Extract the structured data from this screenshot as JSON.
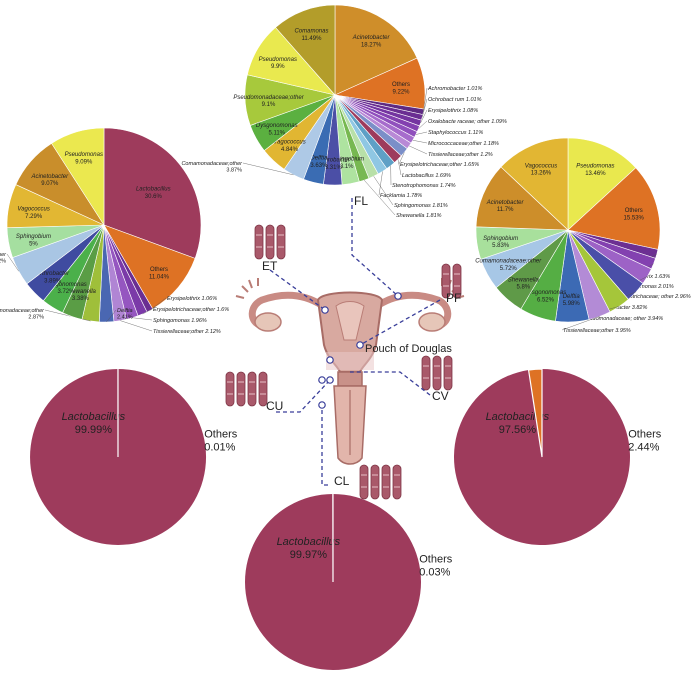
{
  "colors": {
    "lactobacillus": "#9e3b5c",
    "others_orange": "#d9711e",
    "pointer_line": "#3a3f9a",
    "tissue": "#d8a9a0",
    "tissue_dark": "#b97d76",
    "sample_tube": "#a9596a"
  },
  "sites": {
    "ET": "ET",
    "FL": "FL",
    "PF": "PF",
    "CU": "CU",
    "CV": "CV",
    "CL": "CL",
    "pouch_label": "Pouch of Douglas"
  },
  "chart_data": [
    {
      "type": "pie",
      "site": "FL",
      "slices": [
        {
          "label": "Acinetobacter",
          "value_text": "18.27%",
          "value": 18.27,
          "color": "#cf8e2a",
          "italic": true,
          "pos": "inside"
        },
        {
          "label": "Others",
          "value_text": "9.22%",
          "value": 9.22,
          "color": "#de7224",
          "italic": false,
          "pos": "inside"
        },
        {
          "label": "Achromobacter 1.01%",
          "value": 1.01,
          "color": "#5e2a82",
          "italic": true,
          "pos": "outside"
        },
        {
          "label": "Ochrobact rum 1.01%",
          "value": 1.01,
          "color": "#6a2e92",
          "italic": true,
          "pos": "outside"
        },
        {
          "label": "Erysipelothrix 1.08%",
          "value": 1.08,
          "color": "#7434a0",
          "italic": true,
          "pos": "outside"
        },
        {
          "label": "Oxalobacte raceae; other 1.09%",
          "value": 1.09,
          "color": "#8340b0",
          "italic": true,
          "pos": "outside"
        },
        {
          "label": "Staphylococcus 1.11%",
          "value": 1.11,
          "color": "#9050bd",
          "italic": true,
          "pos": "outside"
        },
        {
          "label": "Micrococcaceae;other 1.18%",
          "value": 1.18,
          "color": "#a66ccc",
          "italic": true,
          "pos": "outside"
        },
        {
          "label": "Tissierellaceae;other 1.2%",
          "value": 1.2,
          "color": "#b889d6",
          "italic": true,
          "pos": "outside"
        },
        {
          "label": "Erysipelotrichaceae;other 1.65%",
          "value": 1.65,
          "color": "#7b8fc8",
          "italic": true,
          "pos": "outside"
        },
        {
          "label": "Lactobacillus 1.69%",
          "value": 1.69,
          "color": "#9e3b5c",
          "italic": true,
          "pos": "outside"
        },
        {
          "label": "Stenotrophomonas 1.74%",
          "value": 1.74,
          "color": "#5ea0c6",
          "italic": true,
          "pos": "outside"
        },
        {
          "label": "Facklamia 1.78%",
          "value": 1.78,
          "color": "#8fc7e3",
          "italic": true,
          "pos": "outside"
        },
        {
          "label": "Sphingomonas 1.81%",
          "value": 1.81,
          "color": "#b8e0a8",
          "italic": true,
          "pos": "outside"
        },
        {
          "label": "Shewanella 1.81%",
          "value": 1.81,
          "color": "#77b851",
          "italic": true,
          "pos": "outside"
        },
        {
          "label": "Sphingobium",
          "value_text": "3.1%",
          "value": 3.1,
          "color": "#aee3a0",
          "italic": true,
          "pos": "inside"
        },
        {
          "label": "Arthrobacter",
          "value_text": "3.31%",
          "value": 3.31,
          "color": "#4b4fa6",
          "italic": true,
          "pos": "inside"
        },
        {
          "label": "Delftia",
          "value_text": "3.63%",
          "value": 3.63,
          "color": "#3a6cb3",
          "italic": true,
          "pos": "inside"
        },
        {
          "label": "Comamonadaceae;other",
          "value_text": "3.87%",
          "value": 3.87,
          "color": "#aec9e6",
          "italic": true,
          "pos": "outside"
        },
        {
          "label": "Vagococcus",
          "value_text": "4.84%",
          "value": 4.84,
          "color": "#e1b632",
          "italic": true,
          "pos": "inside"
        },
        {
          "label": "Dysgonomonas",
          "value_text": "5.11%",
          "value": 5.11,
          "color": "#5bb040",
          "italic": true,
          "pos": "inside"
        },
        {
          "label": "Pseudomonadaceae;other",
          "value_text": "9.1%",
          "value": 9.1,
          "color": "#a7c93c",
          "italic": true,
          "pos": "inside"
        },
        {
          "label": "Pseudomonas",
          "value_text": "9.9%",
          "value": 9.9,
          "color": "#e9e94f",
          "italic": true,
          "pos": "inside"
        },
        {
          "label": "Comamonas",
          "value_text": "11.49%",
          "value": 11.49,
          "color": "#b39d2a",
          "italic": true,
          "pos": "inside"
        }
      ]
    },
    {
      "type": "pie",
      "site": "ET",
      "slices": [
        {
          "label": "Lactobacillus",
          "value_text": "30.6%",
          "value": 30.6,
          "color": "#9e3b5c",
          "italic": true,
          "pos": "inside"
        },
        {
          "label": "Others",
          "value_text": "11.04%",
          "value": 11.04,
          "color": "#de7224",
          "italic": false,
          "pos": "inside"
        },
        {
          "label": "Erysipelothrix 1.06%",
          "value": 1.06,
          "color": "#6a2e92",
          "italic": true,
          "pos": "outside"
        },
        {
          "label": "Erysipelotrichaceae;other 1.6%",
          "value": 1.6,
          "color": "#7b3aa8",
          "italic": true,
          "pos": "outside"
        },
        {
          "label": "Sphingomonas 1.96%",
          "value": 1.96,
          "color": "#9556c0",
          "italic": true,
          "pos": "outside"
        },
        {
          "label": "Tissierellaceae;other 2.12%",
          "value": 2.12,
          "color": "#b085d4",
          "italic": true,
          "pos": "outside"
        },
        {
          "label": "Delftia",
          "value_text": "2.41%",
          "value": 2.41,
          "color": "#4a67b2",
          "italic": true,
          "pos": "outside"
        },
        {
          "label": "Pseudomonadaceae;other",
          "value_text": "2.87%",
          "value": 2.87,
          "color": "#9fbf3a",
          "italic": true,
          "pos": "outside"
        },
        {
          "label": "Shewanella",
          "value_text": "3.38%",
          "value": 3.38,
          "color": "#5a9d45",
          "italic": true,
          "pos": "inside"
        },
        {
          "label": "Dysgonomonas",
          "value_text": "3.72%",
          "value": 3.72,
          "color": "#4bb04a",
          "italic": true,
          "pos": "inside"
        },
        {
          "label": "Arthrobacter",
          "value_text": "3.89%",
          "value": 3.89,
          "color": "#3f4ba0",
          "italic": true,
          "pos": "inside"
        },
        {
          "label": "Comamonadaceae; other",
          "value_text": "4.92%",
          "value": 4.92,
          "color": "#a9c6e4",
          "italic": true,
          "pos": "outside"
        },
        {
          "label": "Sphingobium",
          "value_text": "5%",
          "value": 5,
          "color": "#a5dfa0",
          "italic": true,
          "pos": "inside"
        },
        {
          "label": "Vagococcus",
          "value_text": "7.29%",
          "value": 7.29,
          "color": "#e2b733",
          "italic": true,
          "pos": "inside"
        },
        {
          "label": "Acinetobacter",
          "value_text": "9.07%",
          "value": 9.07,
          "color": "#c98e2b",
          "italic": true,
          "pos": "inside"
        },
        {
          "label": "Pseudomonas",
          "value_text": "9.09%",
          "value": 9.09,
          "color": "#ebe84f",
          "italic": true,
          "pos": "inside"
        }
      ]
    },
    {
      "type": "pie",
      "site": "PF",
      "slices": [
        {
          "label": "Pseudomonas",
          "value_text": "13.46%",
          "value": 13.46,
          "color": "#e9e84e",
          "italic": true,
          "pos": "inside"
        },
        {
          "label": "Others",
          "value_text": "15.53%",
          "value": 15.53,
          "color": "#de7224",
          "italic": false,
          "pos": "inside"
        },
        {
          "label": "Erysipelothrix 1.63%",
          "value": 1.63,
          "color": "#6c2f92",
          "italic": true,
          "pos": "outside"
        },
        {
          "label": "Sphingomonas 2.01%",
          "value": 2.01,
          "color": "#8341b0",
          "italic": true,
          "pos": "outside"
        },
        {
          "label": "Erysipelotrichaceae; other 2.96%",
          "value": 2.96,
          "color": "#9d62c6",
          "italic": true,
          "pos": "outside"
        },
        {
          "label": "Arthrobacter 3.82%",
          "value": 3.82,
          "color": "#4a4fa8",
          "italic": true,
          "pos": "outside"
        },
        {
          "label": "Pseudomonadaceae; other 3.94%",
          "value": 3.94,
          "color": "#a5c63a",
          "italic": true,
          "pos": "outside"
        },
        {
          "label": "Tissierellaceae;other 3.95%",
          "value": 3.95,
          "color": "#b38bd6",
          "italic": true,
          "pos": "outside"
        },
        {
          "label": "Delftia",
          "value_text": "5.98%",
          "value": 5.98,
          "color": "#3c6ab4",
          "italic": true,
          "pos": "inside"
        },
        {
          "label": "Dysgonomonas",
          "value_text": "6.52%",
          "value": 6.52,
          "color": "#55ae44",
          "italic": true,
          "pos": "inside"
        },
        {
          "label": "Shewanella",
          "value_text": "5.8%",
          "value": 5.8,
          "color": "#5f9a48",
          "italic": true,
          "pos": "inside"
        },
        {
          "label": "Comamonadaceae;other",
          "value_text": "5.72%",
          "value": 5.72,
          "color": "#a7c7e6",
          "italic": true,
          "pos": "inside"
        },
        {
          "label": "Sphingobium",
          "value_text": "5.83%",
          "value": 5.83,
          "color": "#a8e09c",
          "italic": true,
          "pos": "inside"
        },
        {
          "label": "Acinetobacter",
          "value_text": "11.7%",
          "value": 11.7,
          "color": "#cd8e2a",
          "italic": true,
          "pos": "inside"
        },
        {
          "label": "Vagococcus",
          "value_text": "13.26%",
          "value": 13.26,
          "color": "#e2b633",
          "italic": true,
          "pos": "inside"
        }
      ]
    },
    {
      "type": "pie",
      "site": "CU",
      "slices": [
        {
          "label": "Lactobacillus",
          "value_text": "99.99%",
          "value": 99.99,
          "color": "#9e3b5c",
          "italic": true,
          "pos": "inside"
        },
        {
          "label": "Others",
          "value_text": "0.01%",
          "value": 0.01,
          "color": "#de7224",
          "italic": false,
          "pos": "outside"
        }
      ]
    },
    {
      "type": "pie",
      "site": "CV",
      "slices": [
        {
          "label": "Lactobacillus",
          "value_text": "97.56%",
          "value": 97.56,
          "color": "#9e3b5c",
          "italic": true,
          "pos": "inside"
        },
        {
          "label": "Others",
          "value_text": "2.44%",
          "value": 2.44,
          "color": "#de7224",
          "italic": false,
          "pos": "outside"
        }
      ]
    },
    {
      "type": "pie",
      "site": "CL",
      "slices": [
        {
          "label": "Lactobacillus",
          "value_text": "99.97%",
          "value": 99.97,
          "color": "#9e3b5c",
          "italic": true,
          "pos": "inside"
        },
        {
          "label": "Others",
          "value_text": "0.03%",
          "value": 0.03,
          "color": "#de7224",
          "italic": false,
          "pos": "outside"
        }
      ]
    }
  ]
}
